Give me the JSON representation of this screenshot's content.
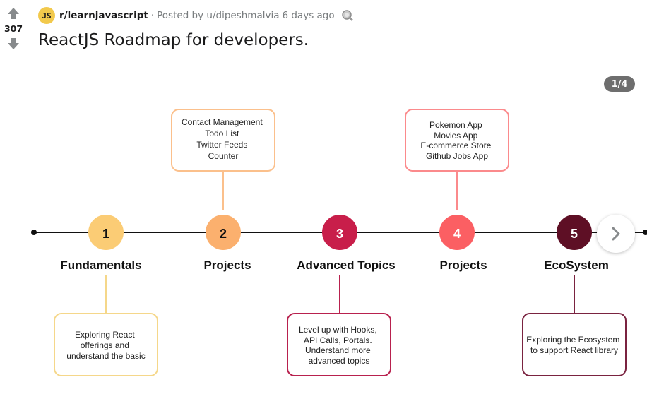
{
  "post": {
    "score": "307",
    "subreddit": "r/learnjavascript",
    "subreddit_icon_text": "JS",
    "separator": "·",
    "posted_by": "Posted by u/dipeshmalvia",
    "time_ago": "6 days ago",
    "title": "ReactJS Roadmap for developers.",
    "award_icon": "award-icon"
  },
  "gallery": {
    "counter": "1/4"
  },
  "roadmap": {
    "steps": [
      {
        "number": "1",
        "label": "Fundamentals",
        "color": "#fbcc75",
        "box_lines": [
          "Exploring React",
          "offerings and",
          "understand the basic"
        ]
      },
      {
        "number": "2",
        "label": "Projects",
        "color": "#fbb06e",
        "box_lines": [
          "Contact Management",
          "Todo List",
          "Twitter Feeds",
          "Counter"
        ]
      },
      {
        "number": "3",
        "label": "Advanced Topics",
        "color": "#c81e4a",
        "box_lines": [
          "Level up with Hooks,",
          "API Calls, Portals.",
          "Understand more",
          "advanced topics"
        ]
      },
      {
        "number": "4",
        "label": "Projects",
        "color": "#fb5f63",
        "box_lines": [
          "Pokemon App",
          "Movies App",
          "E-commerce Store",
          "Github Jobs App"
        ]
      },
      {
        "number": "5",
        "label": "EcoSystem",
        "color": "#5e0f25",
        "box_lines": [
          "Exploring the Ecosystem",
          "to support React library"
        ]
      }
    ],
    "box_border_colors": [
      "#f5d78a",
      "#fbc08c",
      "#b8214e",
      "#fb8a8c",
      "#7a2340"
    ],
    "line_color": "#111111"
  },
  "icons": {
    "upvote": "upvote-arrow-icon",
    "downvote": "downvote-arrow-icon",
    "next": "chevron-right-icon"
  }
}
